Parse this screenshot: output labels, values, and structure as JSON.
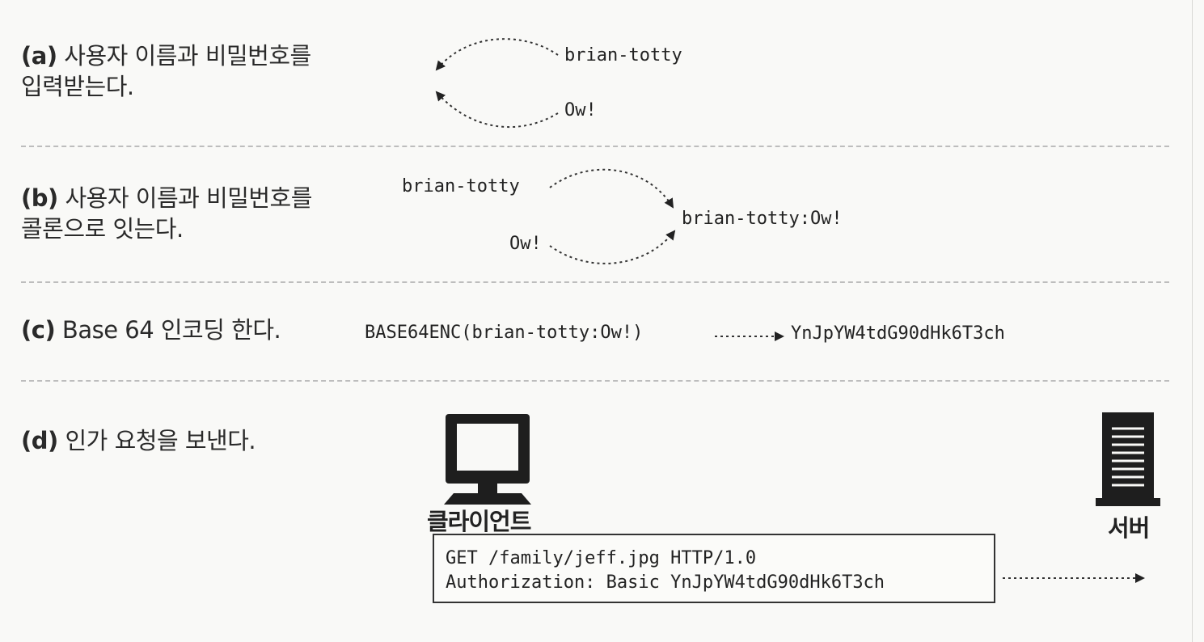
{
  "steps": {
    "a": {
      "tag": "(a)",
      "line1": " 사용자 이름과 비밀번호를",
      "line2": "입력받는다."
    },
    "b": {
      "tag": "(b)",
      "line1": " 사용자 이름과 비밀번호를",
      "line2": "콜론으로 잇는다."
    },
    "c": {
      "tag": "(c)",
      "line1": " Base 64 인코딩 한다."
    },
    "d": {
      "tag": "(d)",
      "line1": " 인가 요청을 보낸다."
    }
  },
  "step_a": {
    "username": "brian-totty",
    "password": "Ow!"
  },
  "step_b": {
    "username": "brian-totty",
    "password": "Ow!",
    "joined": "brian-totty:Ow!"
  },
  "step_c": {
    "input": "BASE64ENC(brian-totty:Ow!)",
    "output": "YnJpYW4tdG90dHk6T3ch"
  },
  "step_d": {
    "client_label": "클라이언트",
    "server_label": "서버",
    "request_lines": [
      "GET /family/jeff.jpg HTTP/1.0",
      "Authorization: Basic YnJpYW4tdG90dHk6T3ch"
    ]
  },
  "icons": {
    "client": "computer-icon",
    "server": "server-icon"
  },
  "colors": {
    "ink": "#222222",
    "divider": "#bdbdbd",
    "background": "#f9f9f7"
  }
}
